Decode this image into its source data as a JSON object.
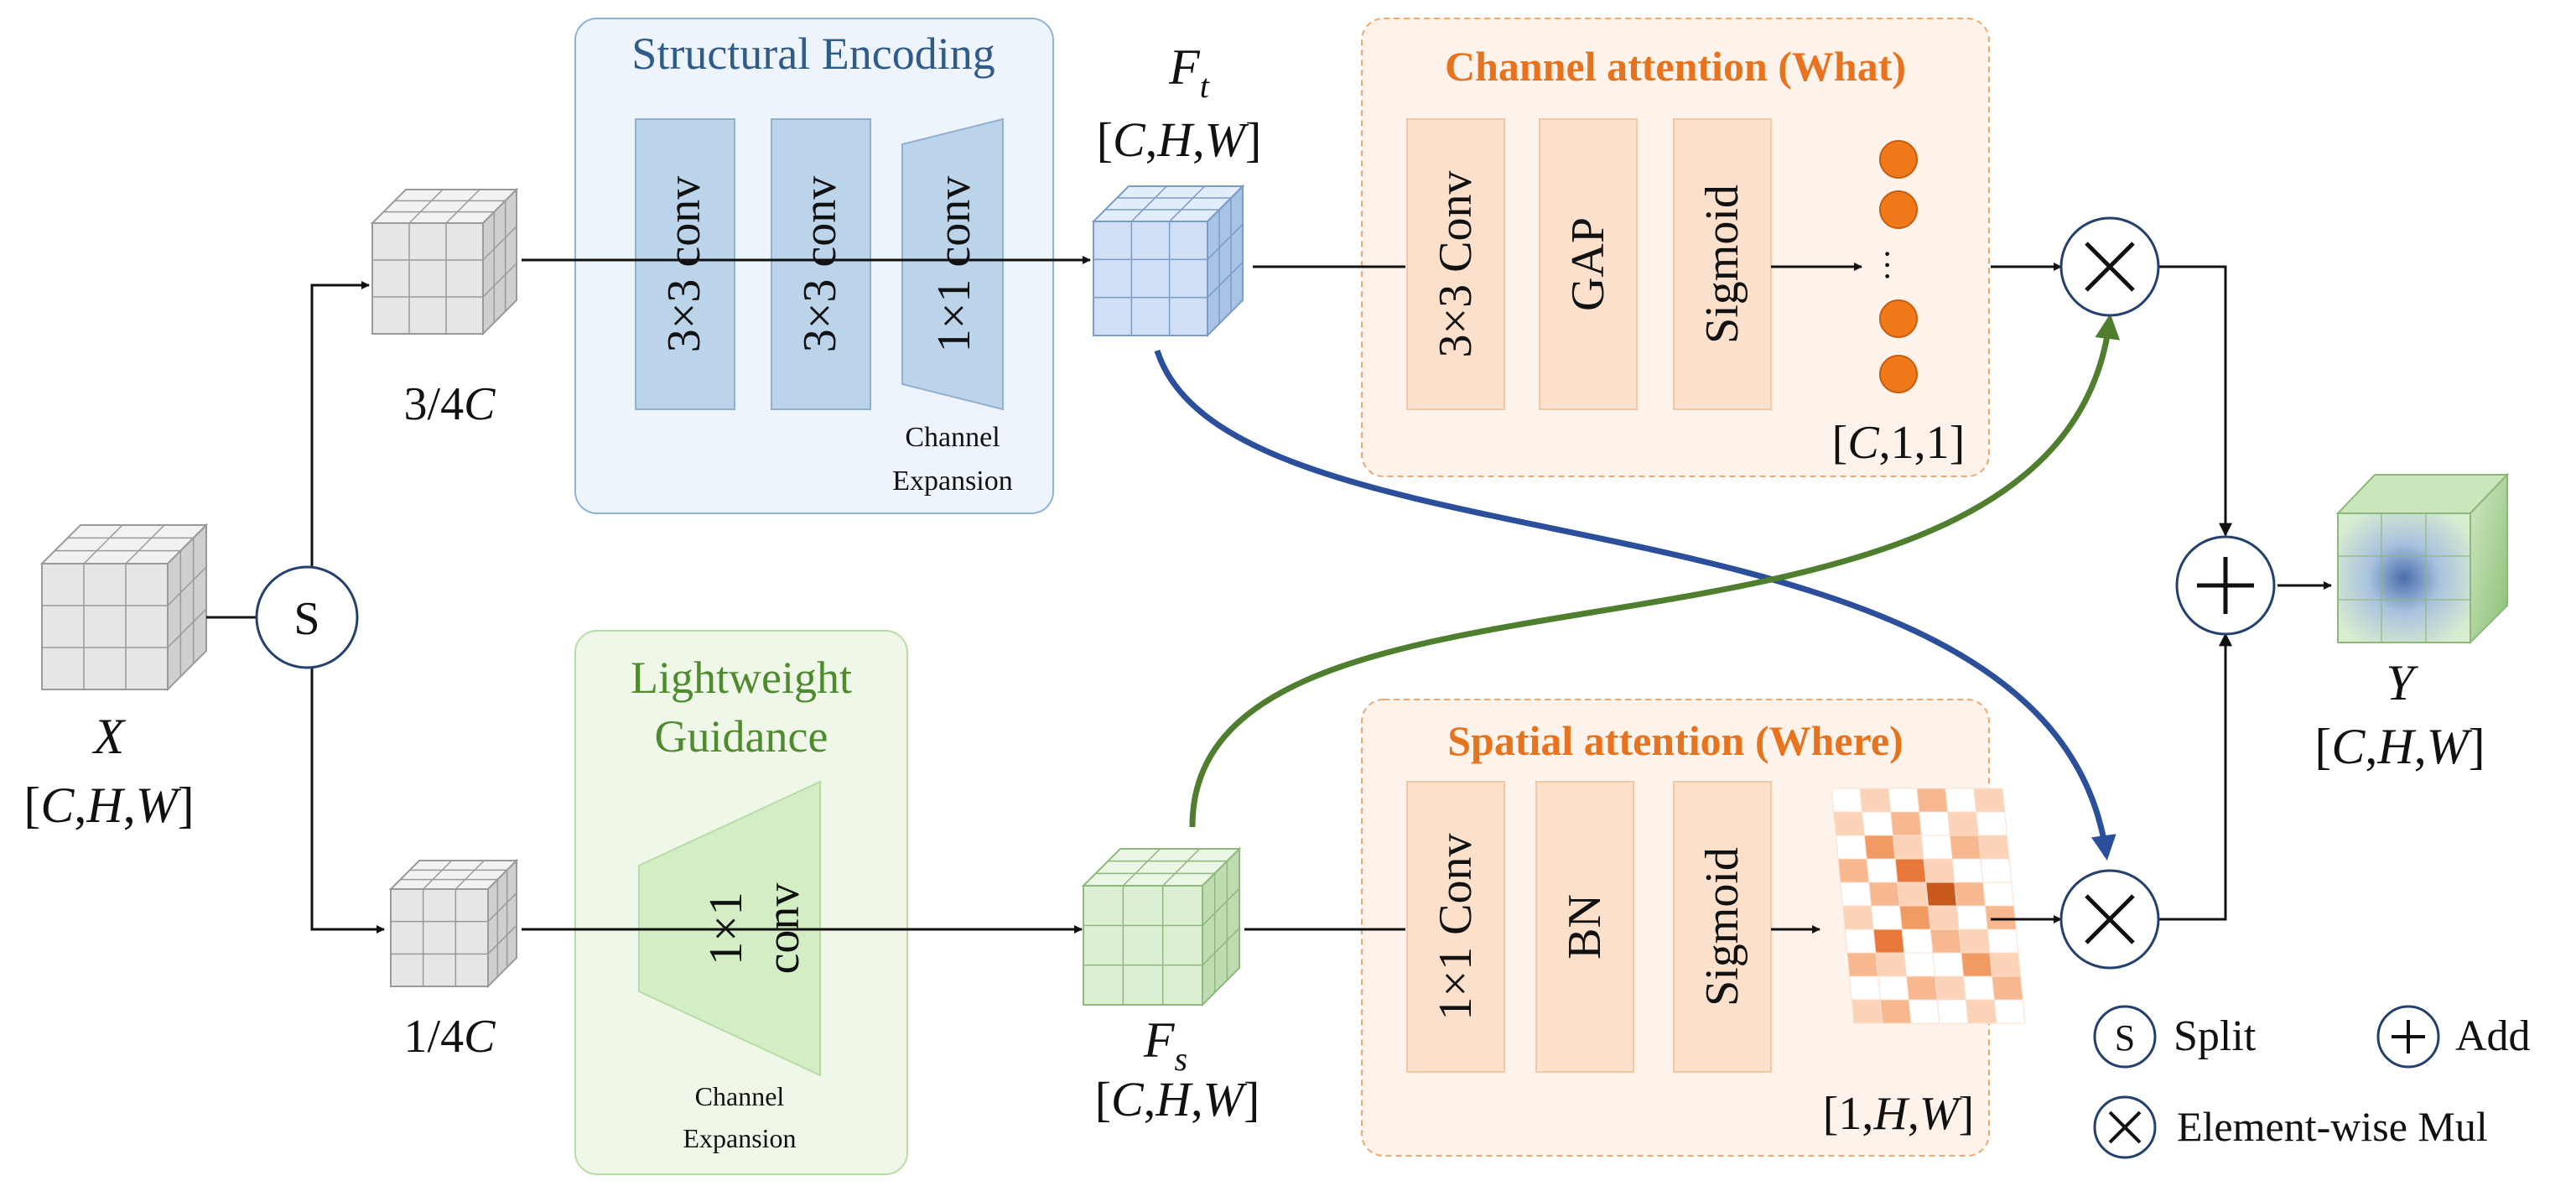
{
  "colors": {
    "structural_fill": "#eef4fb",
    "structural_stroke": "#8fb3d9",
    "structural_title": "#2f5b8a",
    "conv_blue": "#bcd4ea",
    "conv_blue_stroke": "#8fb0d0",
    "guidance_fill": "#eef7e8",
    "guidance_stroke": "#b9dca6",
    "guidance_title": "#4f8a2e",
    "conv_green": "#d3eec4",
    "attention_fill": "#fdf3ea",
    "attention_stroke": "#f0a770",
    "attention_title": "#e8731e",
    "attention_block": "#fbe1cc",
    "orange_dot": "#f07a1a",
    "blue_arrow": "#2b4f9a",
    "green_arrow": "#4f7f2e",
    "line": "#111111"
  },
  "input": {
    "name": "X",
    "shape": "[C,H,W]"
  },
  "split": {
    "symbol": "S"
  },
  "branch_top": {
    "ratio": "3/4",
    "channel_var": "C"
  },
  "branch_bottom": {
    "ratio": "1/4",
    "channel_var": "C"
  },
  "structural_encoding": {
    "title": "Structural Encoding",
    "convs": [
      "3×3 conv",
      "3×3 conv",
      "1×1 conv"
    ],
    "note_line1": "Channel",
    "note_line2": "Expansion"
  },
  "lightweight_guidance": {
    "title_line1": "Lightweight",
    "title_line2": "Guidance",
    "conv_line1": "1×1",
    "conv_line2": "conv",
    "note_line1": "Channel",
    "note_line2": "Expansion"
  },
  "ft": {
    "name": "F",
    "sub": "t",
    "shape": "[C,H,W]"
  },
  "fs": {
    "name": "F",
    "sub": "s",
    "shape": "[C,H,W]"
  },
  "channel_attention": {
    "title": "Channel attention (What)",
    "blocks": [
      "3×3 Conv",
      "GAP",
      "Sigmoid"
    ],
    "ellipsis": "···",
    "output_shape": "[C,1,1]"
  },
  "spatial_attention": {
    "title": "Spatial attention (Where)",
    "blocks": [
      "1×1 Conv",
      "BN",
      "Sigmoid"
    ],
    "output_shape": "[1,H,W]"
  },
  "output": {
    "name": "Y",
    "shape": "[C,H,W]"
  },
  "legend": {
    "split_symbol": "S",
    "split_label": "Split",
    "add_label": "Add",
    "mul_label": "Element-wise Mul"
  }
}
